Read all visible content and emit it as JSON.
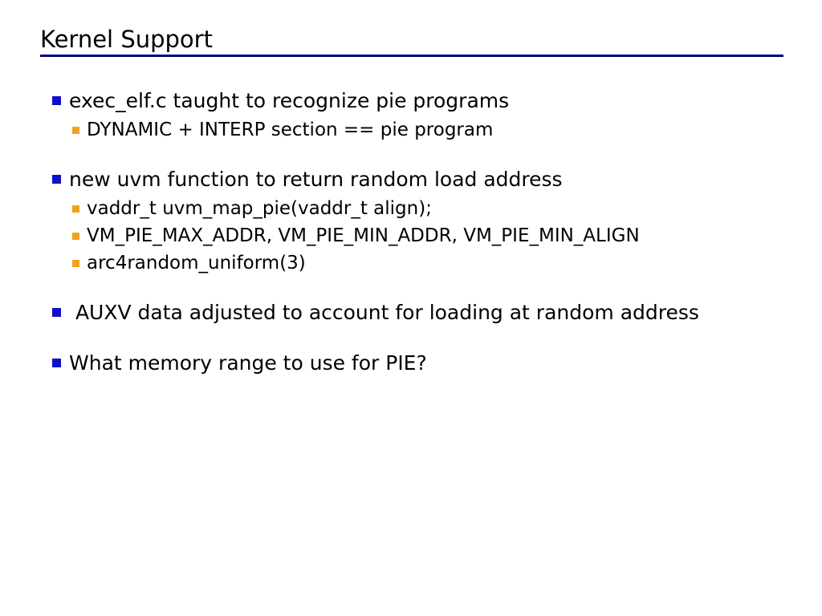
{
  "slide": {
    "title": "Kernel Support",
    "rule_color": "#000080",
    "background_color": "#ffffff",
    "text_color": "#000000",
    "bullet_level1_color": "#1010CC",
    "bullet_level2_color": "#F2A01E"
  },
  "content": {
    "groups": [
      {
        "items": [
          {
            "level": 1,
            "text": "exec_elf.c taught to recognize pie programs"
          },
          {
            "level": 2,
            "text": "DYNAMIC + INTERP section == pie program"
          }
        ]
      },
      {
        "items": [
          {
            "level": 1,
            "text": "new uvm function to return random load address"
          },
          {
            "level": 2,
            "text": "vaddr_t uvm_map_pie(vaddr_t align);"
          },
          {
            "level": 2,
            "text": "VM_PIE_MAX_ADDR, VM_PIE_MIN_ADDR, VM_PIE_MIN_ALIGN"
          },
          {
            "level": 2,
            "text": "arc4random_uniform(3)"
          }
        ]
      },
      {
        "items": [
          {
            "level": 1,
            "text": " AUXV data adjusted to account for loading at random address"
          }
        ]
      },
      {
        "items": [
          {
            "level": 1,
            "text": "What memory range to use for PIE?"
          }
        ]
      }
    ]
  }
}
